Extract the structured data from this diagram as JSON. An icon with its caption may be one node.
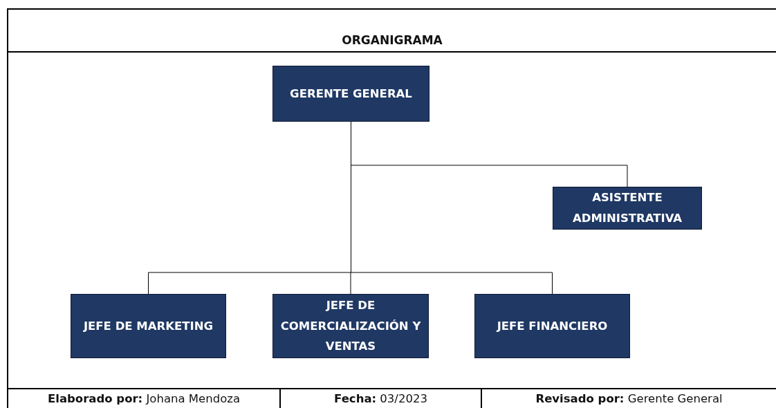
{
  "diagram": {
    "title": "ORGANIGRAMA",
    "nodes": [
      {
        "text": [
          "GERENTE GENERAL"
        ]
      },
      {
        "text": [
          "ASISTENTE ADMINISTRATIVA"
        ]
      },
      {
        "text": [
          "JEFE DE MARKETING"
        ]
      },
      {
        "text": [
          "JEFE DE COMERCIALIZACIÓN Y VENTAS"
        ]
      },
      {
        "text": [
          "JEFE FINANCIERO"
        ]
      }
    ],
    "edges": [
      {
        "from": 0,
        "to": 1,
        "arrow": "none"
      },
      {
        "from": 0,
        "to": 2,
        "arrow": "none"
      },
      {
        "from": 0,
        "to": 3,
        "arrow": "none"
      },
      {
        "from": 0,
        "to": 4,
        "arrow": "none"
      }
    ],
    "labels": [
      "**Elaborado por:** Johana Mendoza",
      "**Fecha:** 03/2023",
      "**Revisado por:** Gerente General"
    ]
  }
}
